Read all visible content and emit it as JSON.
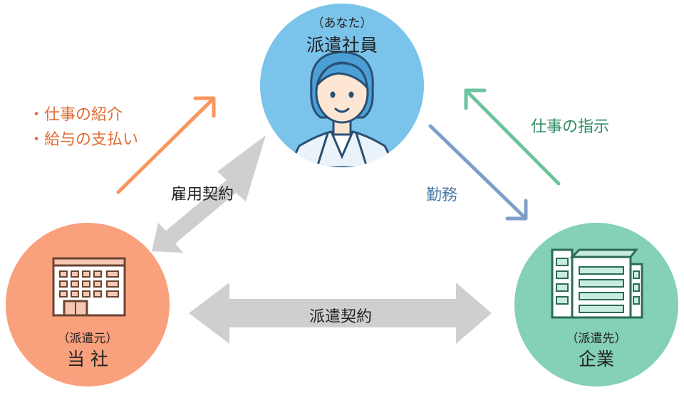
{
  "employee": {
    "sub": "（あなた）",
    "title": "派遣社員",
    "icon": "person-icon"
  },
  "company": {
    "sub": "（派遣元）",
    "title": "当 社",
    "icon": "building-icon"
  },
  "client": {
    "sub": "（派遣先）",
    "title": "企業",
    "icon": "office-building-icon"
  },
  "labels": {
    "employment_contract": "雇用契約",
    "dispatch_contract": "派遣契約",
    "work": "勤務",
    "instructions": "仕事の指示",
    "services": [
      "・仕事の紹介",
      "・給与の支払い"
    ]
  },
  "colors": {
    "employee": "#7ac3ea",
    "company": "#f9a07c",
    "client": "#84d1b5",
    "orange_arrow": "#f9955e",
    "blue_arrow": "#7d9fc7",
    "green_arrow": "#6cc49d",
    "gray_arrow": "#cfcfcf"
  }
}
